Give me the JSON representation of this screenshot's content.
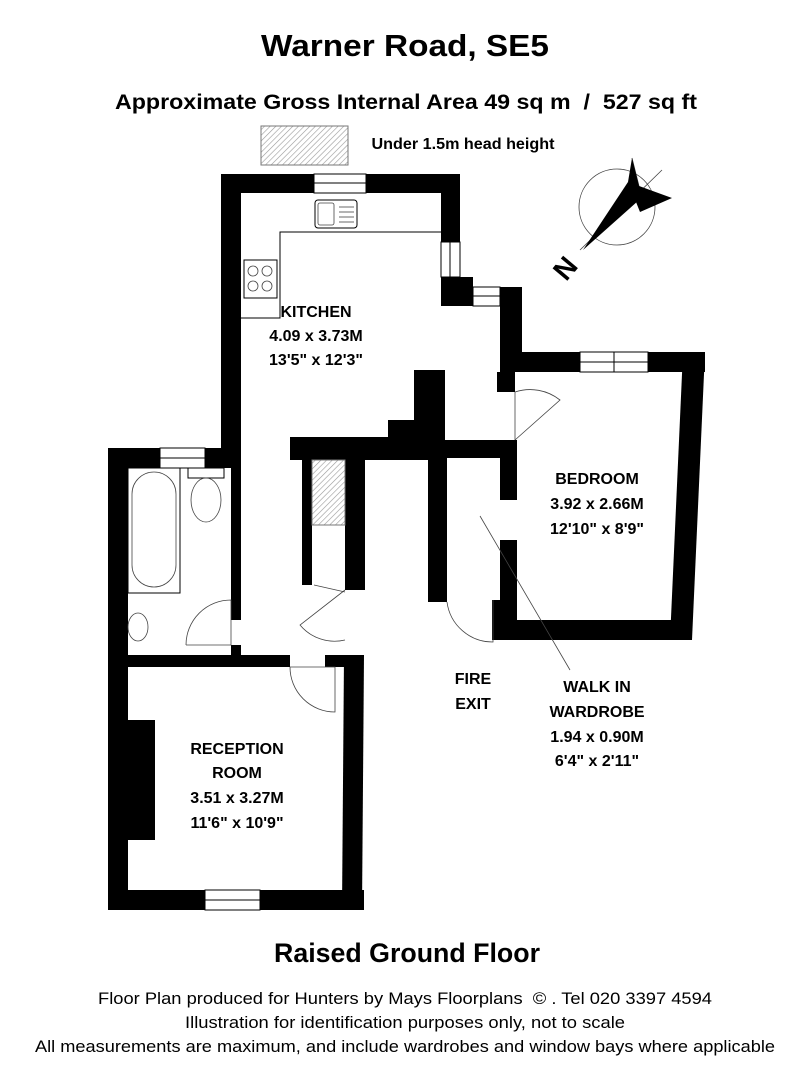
{
  "header": {
    "title": "Warner Road, SE5",
    "subtitle": "Approximate Gross Internal Area 49 sq m  /  527 sq ft",
    "legend_label": "Under 1.5m head height"
  },
  "compass": {
    "label": "N"
  },
  "rooms": {
    "kitchen": {
      "name": "KITCHEN",
      "metric": "4.09 x 3.73M",
      "imperial": "13'5\" x 12'3\""
    },
    "bedroom": {
      "name": "BEDROOM",
      "metric": "3.92 x 2.66M",
      "imperial": "12'10\" x 8'9\""
    },
    "reception": {
      "name_line1": "RECEPTION",
      "name_line2": "ROOM",
      "metric": "3.51 x 3.27M",
      "imperial": "11'6\" x 10'9\""
    },
    "fire_exit": {
      "line1": "FIRE",
      "line2": "EXIT"
    },
    "wardrobe": {
      "line1": "WALK IN",
      "line2": "WARDROBE",
      "metric": "1.94 x 0.90M",
      "imperial": "6'4\" x 2'11\""
    }
  },
  "floor_label": "Raised Ground Floor",
  "footer": {
    "line1": "Floor Plan produced for Hunters by Mays Floorplans  © . Tel 020 3397 4594",
    "line2": "Illustration for identification purposes only, not to scale",
    "line3": "All measurements are maximum, and include wardrobes and window bays where applicable"
  }
}
